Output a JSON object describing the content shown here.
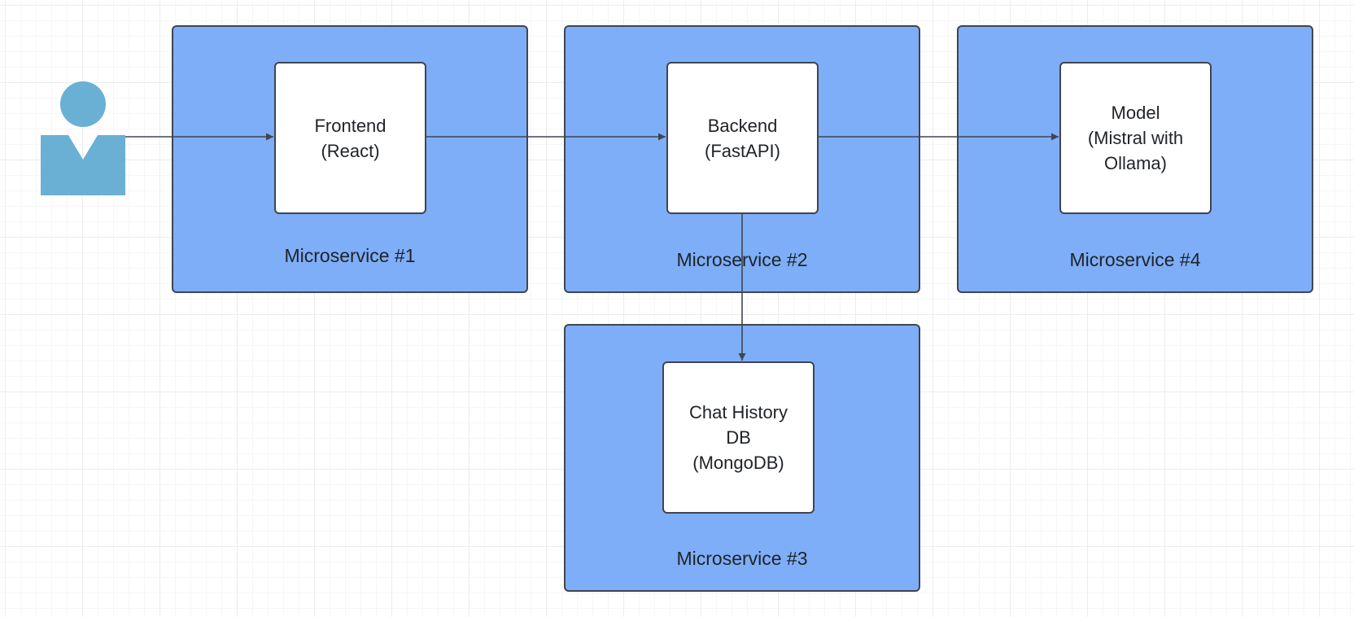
{
  "colors": {
    "container_fill": "#7eaef7",
    "actor_fill": "#6ab0d5",
    "edge": "#3f4550"
  },
  "actor": {
    "icon": "user-icon"
  },
  "containers": {
    "ms1": {
      "label": "Microservice #1"
    },
    "ms2": {
      "label": "Microservice #2"
    },
    "ms3": {
      "label": "Microservice #3"
    },
    "ms4": {
      "label": "Microservice #4"
    }
  },
  "nodes": {
    "frontend": {
      "label": "Frontend\n(React)"
    },
    "backend": {
      "label": "Backend\n(FastAPI)"
    },
    "model": {
      "label": "Model\n(Mistral with\nOllama)"
    },
    "chat_db": {
      "label": "Chat History\nDB\n(MongoDB)"
    }
  },
  "edges": [
    {
      "from": "user",
      "to": "frontend"
    },
    {
      "from": "frontend",
      "to": "backend"
    },
    {
      "from": "backend",
      "to": "model"
    },
    {
      "from": "backend",
      "to": "chat_db"
    }
  ]
}
